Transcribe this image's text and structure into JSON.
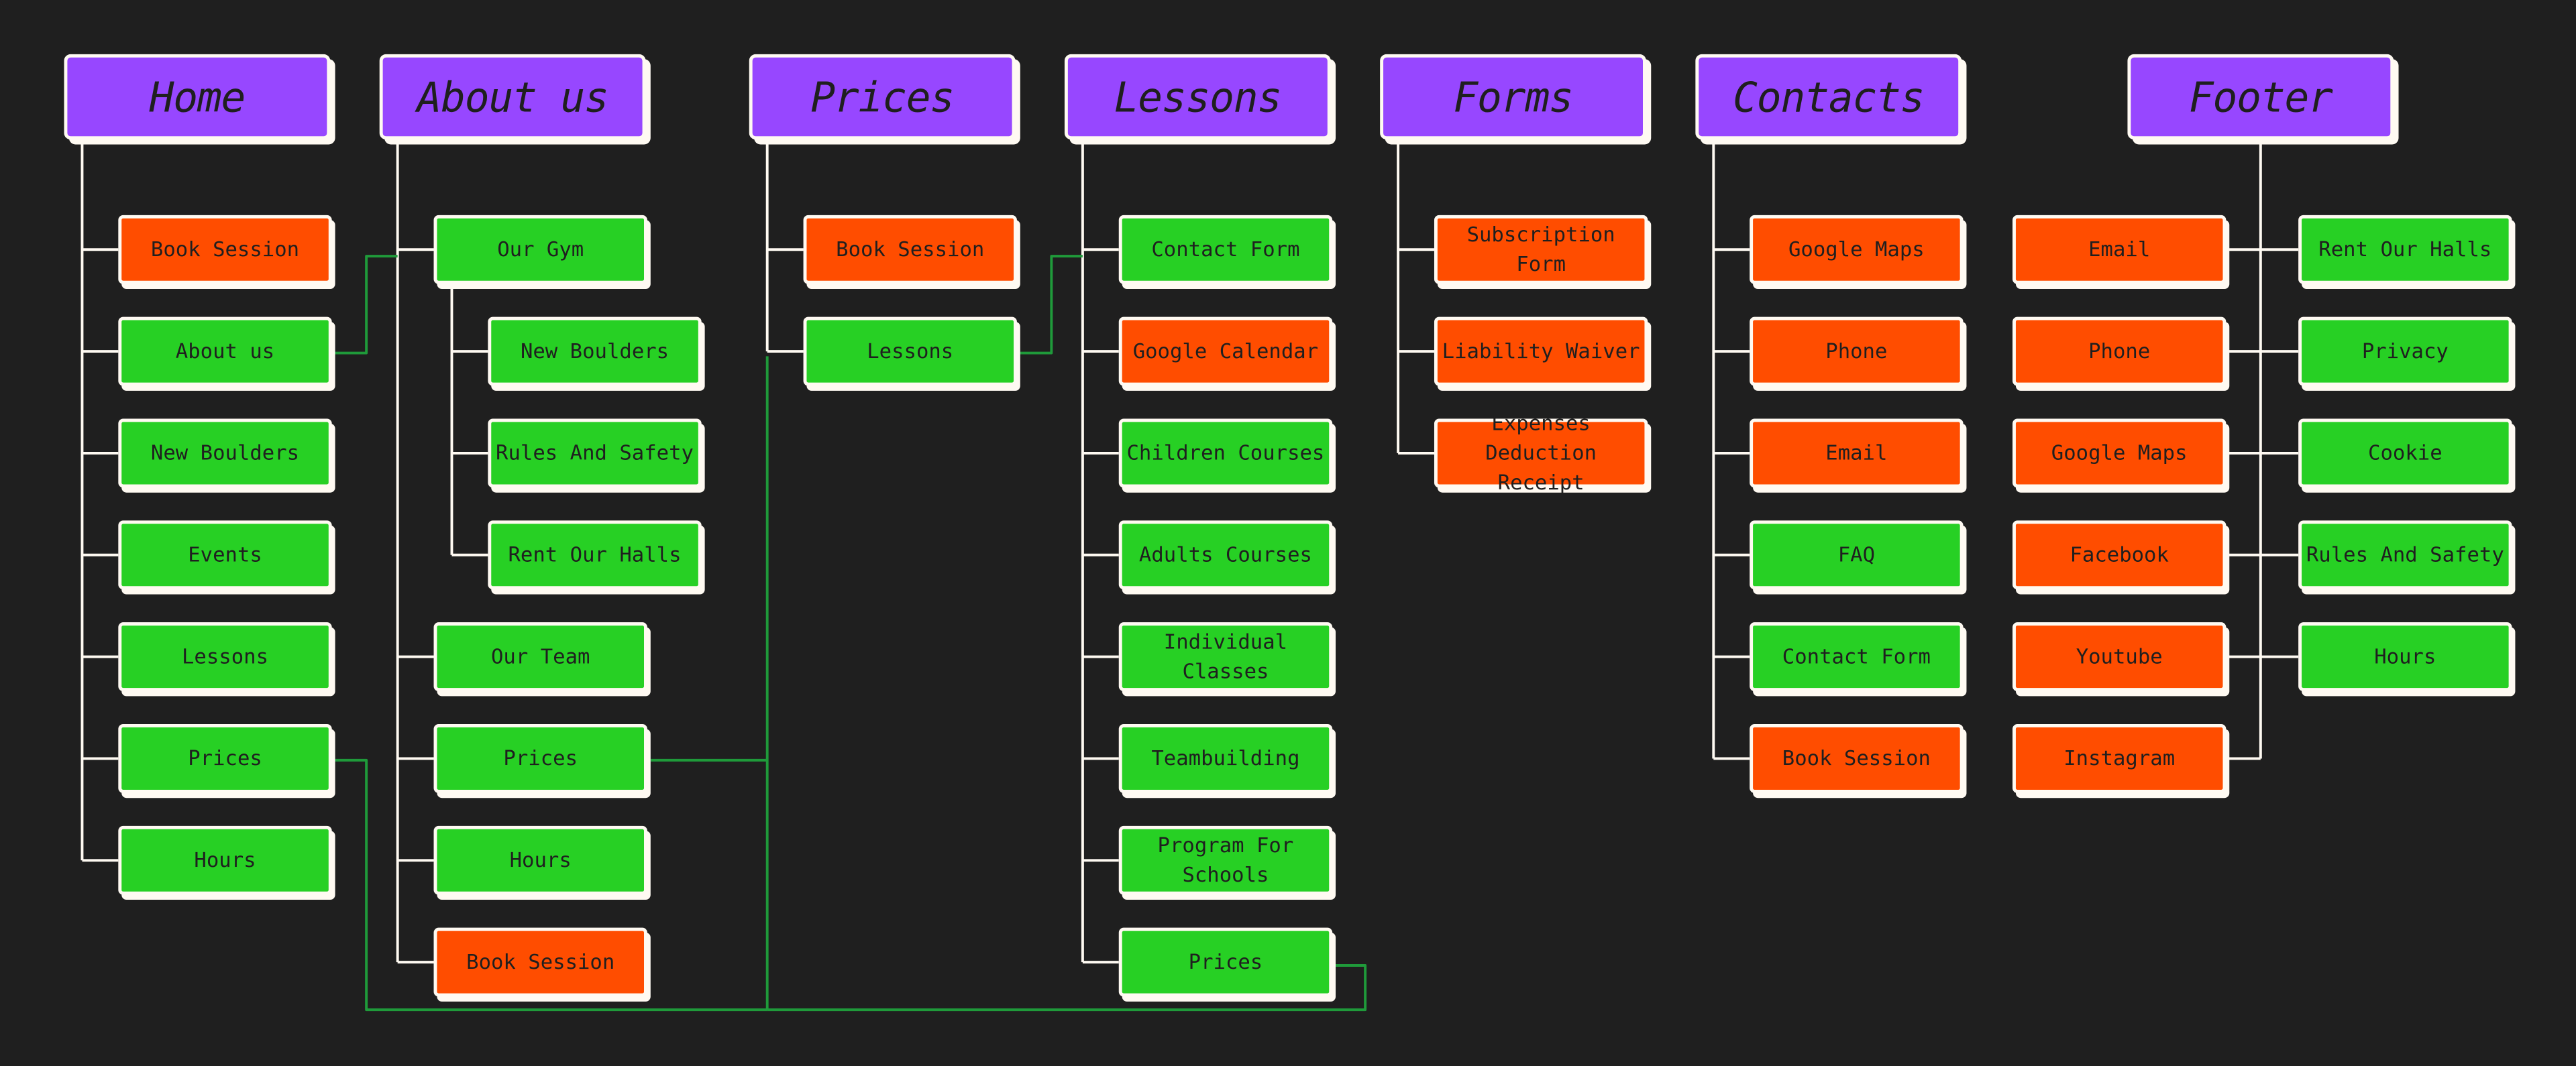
{
  "colors": {
    "background": "#1f1f1f",
    "header": "#9747ff",
    "external": "#ff4d00",
    "internal": "#27d024",
    "line": "#fffaf2",
    "crosslink": "#1f9a3a"
  },
  "columns": [
    {
      "title": "Home",
      "items": [
        {
          "label": "Book Session",
          "kind": "external"
        },
        {
          "label": "About us",
          "kind": "internal"
        },
        {
          "label": "New Boulders",
          "kind": "internal"
        },
        {
          "label": "Events",
          "kind": "internal"
        },
        {
          "label": "Lessons",
          "kind": "internal"
        },
        {
          "label": "Prices",
          "kind": "internal"
        },
        {
          "label": "Hours",
          "kind": "internal"
        }
      ]
    },
    {
      "title": "About us",
      "items": [
        {
          "label": "Our Gym",
          "kind": "internal",
          "children": [
            {
              "label": "New Boulders",
              "kind": "internal"
            },
            {
              "label": "Rules And Safety",
              "kind": "internal"
            },
            {
              "label": "Rent Our Halls",
              "kind": "internal"
            }
          ]
        },
        {
          "label": "Our Team",
          "kind": "internal"
        },
        {
          "label": "Prices",
          "kind": "internal"
        },
        {
          "label": "Hours",
          "kind": "internal"
        },
        {
          "label": "Book Session",
          "kind": "external"
        }
      ]
    },
    {
      "title": "Prices",
      "items": [
        {
          "label": "Book Session",
          "kind": "external"
        },
        {
          "label": "Lessons",
          "kind": "internal"
        }
      ]
    },
    {
      "title": "Lessons",
      "items": [
        {
          "label": "Contact Form",
          "kind": "internal"
        },
        {
          "label": "Google Calendar",
          "kind": "external"
        },
        {
          "label": "Children Courses",
          "kind": "internal"
        },
        {
          "label": "Adults Courses",
          "kind": "internal"
        },
        {
          "label": "Individual Classes",
          "kind": "internal"
        },
        {
          "label": "Teambuilding",
          "kind": "internal"
        },
        {
          "label": "Program For Schools",
          "kind": "internal"
        },
        {
          "label": "Prices",
          "kind": "internal"
        }
      ]
    },
    {
      "title": "Forms",
      "items": [
        {
          "label": "Subscription Form",
          "kind": "external"
        },
        {
          "label": "Liability Waiver",
          "kind": "external"
        },
        {
          "label": "Expenses Deduction Receipt",
          "kind": "external"
        }
      ]
    },
    {
      "title": "Contacts",
      "items": [
        {
          "label": "Google Maps",
          "kind": "external"
        },
        {
          "label": "Phone",
          "kind": "external"
        },
        {
          "label": "Email",
          "kind": "external"
        },
        {
          "label": "FAQ",
          "kind": "internal"
        },
        {
          "label": "Contact Form",
          "kind": "internal"
        },
        {
          "label": "Book Session",
          "kind": "external"
        }
      ]
    }
  ],
  "footer": {
    "title": "Footer",
    "left": [
      {
        "label": "Email",
        "kind": "external"
      },
      {
        "label": "Phone",
        "kind": "external"
      },
      {
        "label": "Google Maps",
        "kind": "external"
      },
      {
        "label": "Facebook",
        "kind": "external"
      },
      {
        "label": "Youtube",
        "kind": "external"
      },
      {
        "label": "Instagram",
        "kind": "external"
      }
    ],
    "right": [
      {
        "label": "Rent Our Halls",
        "kind": "internal"
      },
      {
        "label": "Privacy",
        "kind": "internal"
      },
      {
        "label": "Cookie",
        "kind": "internal"
      },
      {
        "label": "Rules And Safety",
        "kind": "internal"
      },
      {
        "label": "Hours",
        "kind": "internal"
      }
    ]
  }
}
